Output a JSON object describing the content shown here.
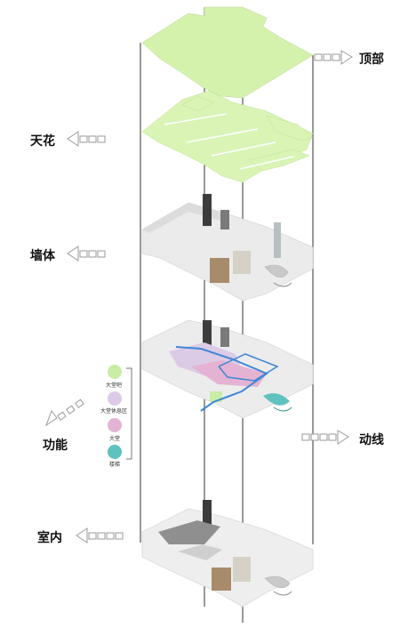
{
  "labels": {
    "roof": "顶部",
    "ceiling": "天花",
    "wall": "墙体",
    "function": "功能",
    "circulation": "动线",
    "interior": "室内"
  },
  "legend": {
    "items": [
      {
        "label": "大堂吧",
        "color": "#c9eda4"
      },
      {
        "label": "大堂休息区",
        "color": "#dccbe6"
      },
      {
        "label": "大堂",
        "color": "#e4b3d3"
      },
      {
        "label": "楼梯",
        "color": "#5fc2be"
      }
    ]
  },
  "colors": {
    "roof_fill": "#d5f2ad",
    "ceiling_fill": "#d9f4b5",
    "circulation_line": "#3f86d6",
    "arrow_stroke": "#9a9a9a"
  }
}
